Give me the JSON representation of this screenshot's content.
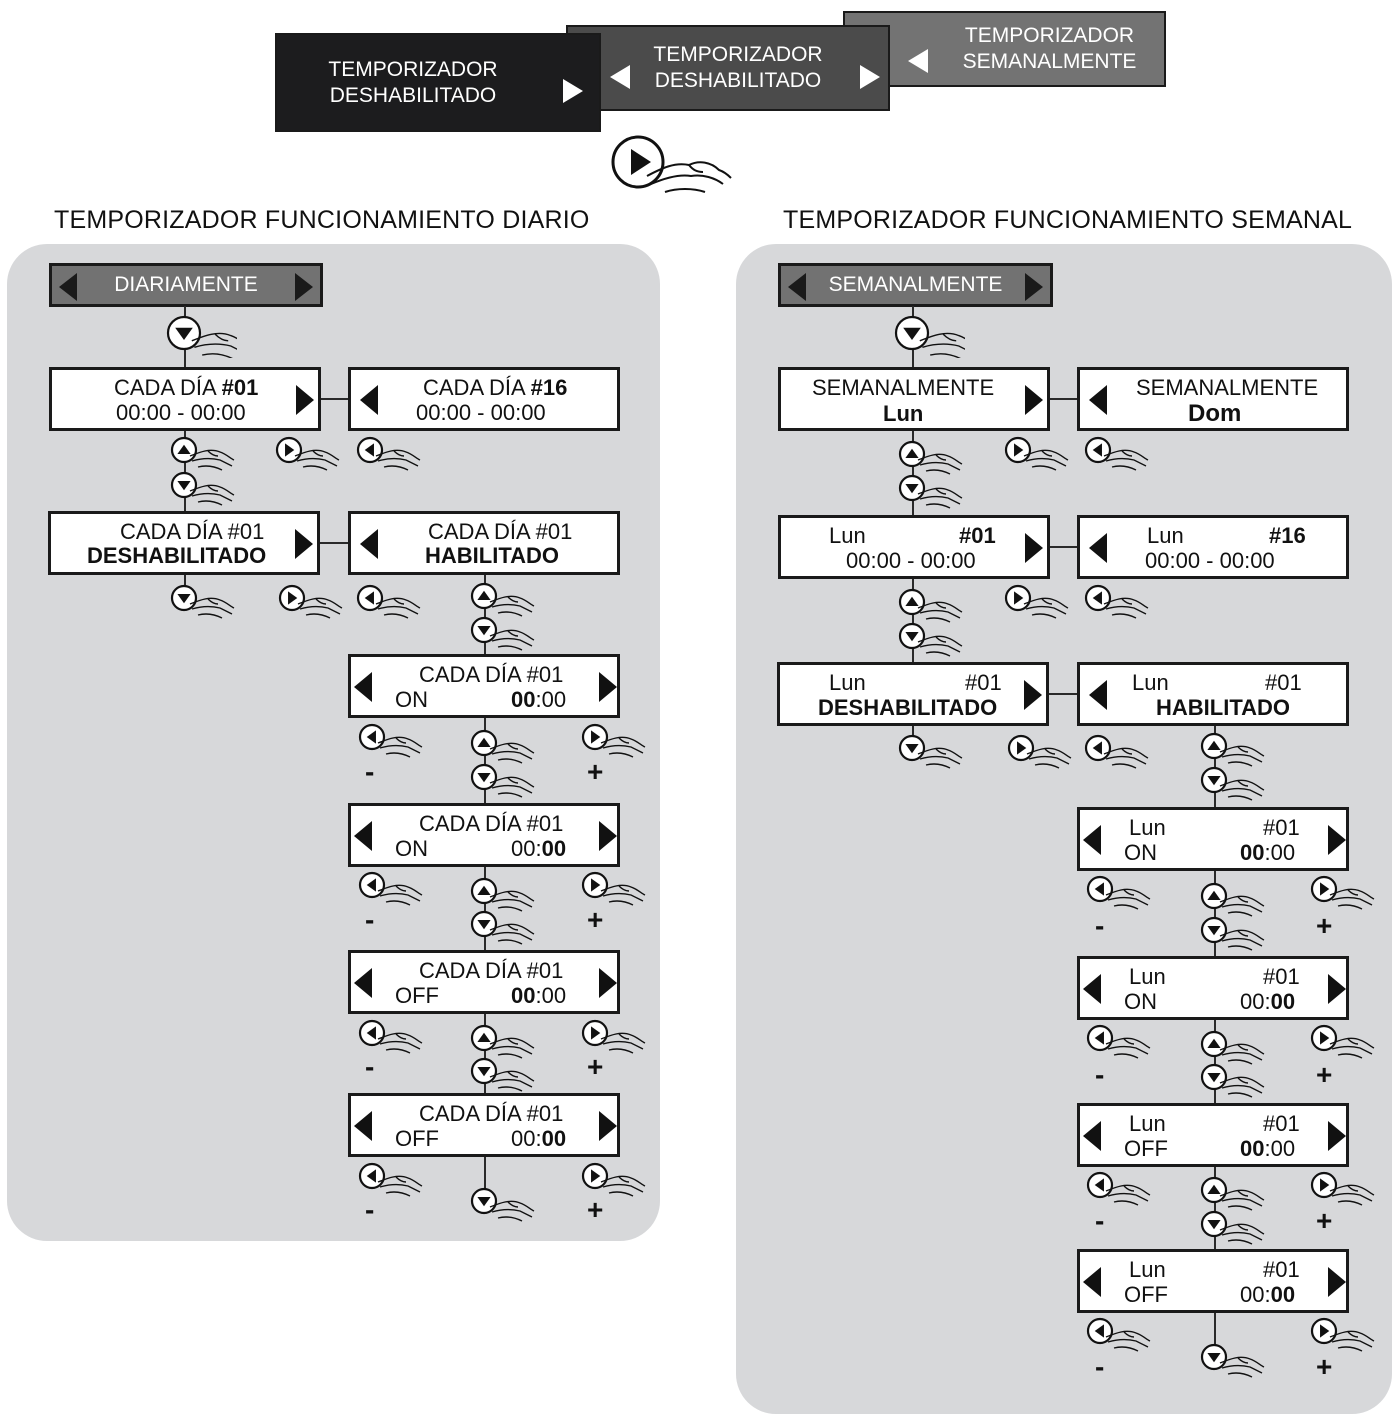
{
  "header": {
    "tab1": {
      "line1": "TEMPORIZADOR",
      "line2": "DESHABILITADO",
      "color": "#1c1c1e"
    },
    "tab2": {
      "line1": "TEMPORIZADOR",
      "line2": "DESHABILITADO",
      "color": "#4b4b4b"
    },
    "tab3": {
      "line1": "TEMPORIZADOR",
      "line2": "SEMANALMENTE",
      "color": "#737373"
    }
  },
  "daily": {
    "title": "TEMPORIZADOR FUNCIONAMIENTO DIARIO",
    "mode": "DIARIAMENTE",
    "b1": {
      "t1": "CADA DÍA ",
      "t1b": "#01",
      "t2": "00:00 - 00:00"
    },
    "b2": {
      "t1": "CADA DÍA ",
      "t1b": "#16",
      "t2": "00:00 - 00:00"
    },
    "b3": {
      "t1": "CADA DÍA #01",
      "t2": "DESHABILITADO"
    },
    "b4": {
      "t1": "CADA DÍA #01",
      "t2": "HABILITADO"
    },
    "b5": {
      "t1": "CADA DÍA #01",
      "state": "ON",
      "hh": "00",
      "mm": ":00"
    },
    "b6": {
      "t1": "CADA DÍA #01",
      "state": "ON",
      "hh": "00:",
      "mm": "00"
    },
    "b7": {
      "t1": "CADA DÍA #01",
      "state": "OFF",
      "hh": "00",
      "mm": ":00"
    },
    "b8": {
      "t1": "CADA DÍA #01",
      "state": "OFF",
      "hh": "00:",
      "mm": "00"
    }
  },
  "weekly": {
    "title": "TEMPORIZADOR FUNCIONAMIENTO SEMANAL",
    "mode": "SEMANALMENTE",
    "b1": {
      "t1": "SEMANALMENTE",
      "t2": "Lun"
    },
    "b2": {
      "t1": "SEMANALMENTE",
      "t2": "Dom"
    },
    "b3": {
      "day": "Lun",
      "num": "#01",
      "t2": "00:00 - 00:00"
    },
    "b4": {
      "day": "Lun",
      "num": "#16",
      "t2": "00:00 - 00:00"
    },
    "b5": {
      "day": "Lun",
      "num": "#01",
      "t2": "DESHABILITADO"
    },
    "b6": {
      "day": "Lun",
      "num": "#01",
      "t2": "HABILITADO"
    },
    "b7": {
      "day": "Lun",
      "num": "#01",
      "state": "ON",
      "hh": "00",
      "mm": ":00"
    },
    "b8": {
      "day": "Lun",
      "num": "#01",
      "state": "ON",
      "hh": "00:",
      "mm": "00"
    },
    "b9": {
      "day": "Lun",
      "num": "#01",
      "state": "OFF",
      "hh": "00",
      "mm": ":00"
    },
    "b10": {
      "day": "Lun",
      "num": "#01",
      "state": "OFF",
      "hh": "00:",
      "mm": "00"
    }
  },
  "signs": {
    "minus": "-",
    "plus": "+"
  },
  "icons": [
    "up-button-icon",
    "down-button-icon",
    "left-button-icon",
    "right-button-icon",
    "pointing-hand-icon"
  ]
}
